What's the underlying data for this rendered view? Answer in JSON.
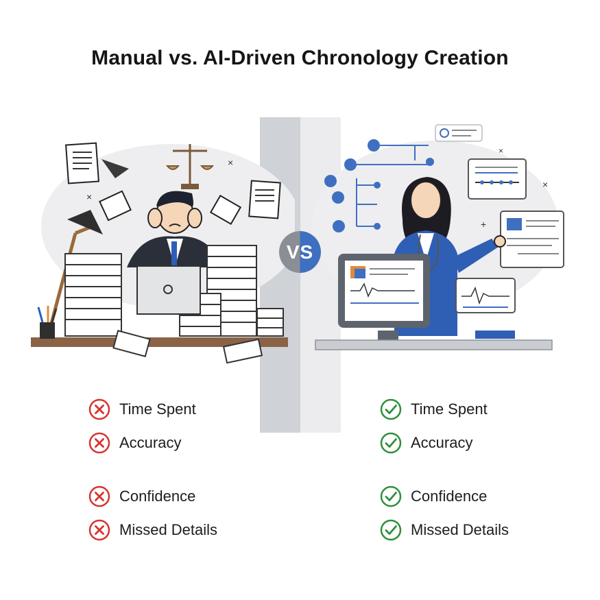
{
  "title": "Manual vs. AI-Driven Chronology Creation",
  "vs_label": "VS",
  "colors": {
    "negative": "#d6332e",
    "positive": "#2f8f3a",
    "accent": "#3f6fc0"
  },
  "manual": {
    "items": [
      {
        "label": "Time Spent",
        "icon": "x-circle-icon"
      },
      {
        "label": "Accuracy",
        "icon": "x-circle-icon"
      },
      {
        "label": "Confidence",
        "icon": "x-circle-icon"
      },
      {
        "label": "Missed Details",
        "icon": "x-circle-icon"
      }
    ]
  },
  "ai": {
    "items": [
      {
        "label": "Time Spent",
        "icon": "check-circle-icon"
      },
      {
        "label": "Accuracy",
        "icon": "check-circle-icon"
      },
      {
        "label": "Confidence",
        "icon": "check-circle-icon"
      },
      {
        "label": "Missed Details",
        "icon": "check-circle-icon"
      }
    ]
  }
}
